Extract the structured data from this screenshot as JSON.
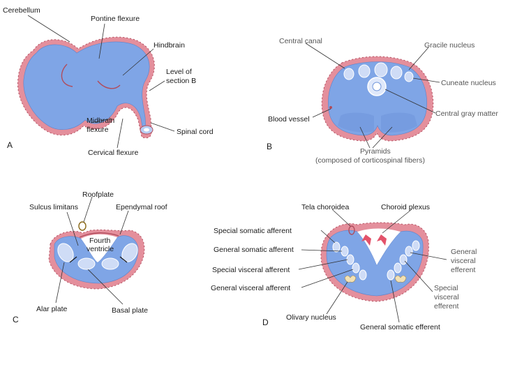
{
  "colors": {
    "neural_fill": "#7fa5e6",
    "neural_light": "#b8cdf2",
    "membrane": "#e48f9c",
    "membrane_dark": "#b04c5c",
    "cell_fill": "#cfdcf6",
    "choroid": "#e3526a",
    "olivary": "#f2e1b4",
    "text": "#1a1a1a",
    "text_faint": "#555555",
    "background": "#ffffff"
  },
  "panels": {
    "A": {
      "letter": "A",
      "labels": {
        "cerebellum": "Cerebellum",
        "pontine_flexure": "Pontine flexure",
        "hindbrain": "Hindbrain",
        "level_of": "Level of",
        "section_b": "section B",
        "midbrain": "Midbrain",
        "flexure": "flexure",
        "spinal_cord": "Spinal cord",
        "cervical_flexure": "Cervical flexure"
      }
    },
    "B": {
      "letter": "B",
      "labels": {
        "central_canal": "Central canal",
        "gracile_nucleus": "Gracile nucleus",
        "cuneate_nucleus": "Cuneate nucleus",
        "central_gray_matter": "Central gray matter",
        "blood_vessel": "Blood vessel",
        "pyramids": "Pyramids",
        "pyramids_note": "(composed of corticospinal fibers)"
      }
    },
    "C": {
      "letter": "C",
      "labels": {
        "roofplate": "Roofplate",
        "sulcus_limitans": "Sulcus limitans",
        "ependymal_roof": "Ependymal roof",
        "fourth": "Fourth",
        "ventricle": "ventricle",
        "alar_plate": "Alar plate",
        "basal_plate": "Basal plate"
      }
    },
    "D": {
      "letter": "D",
      "labels": {
        "tela_choroidea": "Tela choroidea",
        "choroid_plexus": "Choroid plexus",
        "special_somatic_afferent": "Special somatic afferent",
        "general_somatic_afferent": "General somatic afferent",
        "special_visceral_afferent": "Special visceral afferent",
        "general_visceral_afferent": "General visceral afferent",
        "general_visceral_efferent_1": "General",
        "general_visceral_efferent_2": "visceral",
        "general_visceral_efferent_3": "efferent",
        "special_visceral_efferent_1": "Special",
        "special_visceral_efferent_2": "visceral",
        "special_visceral_efferent_3": "efferent",
        "olivary_nucleus": "Olivary nucleus",
        "general_somatic_efferent": "General somatic efferent"
      }
    }
  }
}
